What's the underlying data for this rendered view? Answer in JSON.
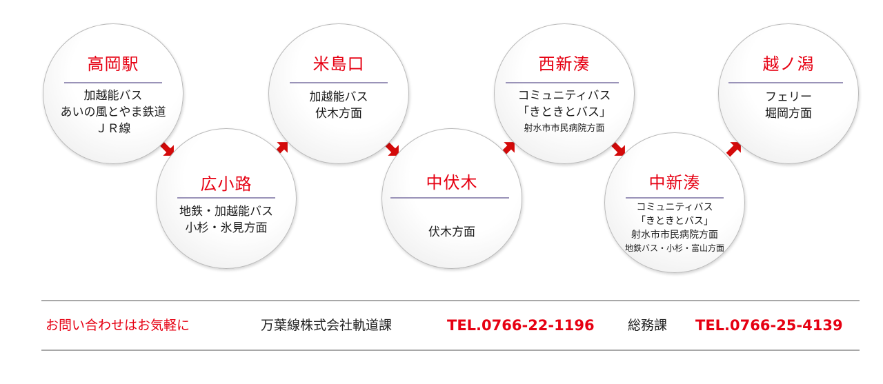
{
  "stations": [
    {
      "name": "高岡駅",
      "routes": [
        "加越能バス",
        "あいの風とやま鉄道",
        "ＪＲ線"
      ]
    },
    {
      "name": "広小路",
      "routes": [
        "地鉄・加越能バス",
        "小杉・氷見方面"
      ]
    },
    {
      "name": "米島口",
      "routes": [
        "加越能バス",
        "伏木方面"
      ]
    },
    {
      "name": "中伏木",
      "routes": [
        "伏木方面"
      ]
    },
    {
      "name": "西新湊",
      "routes": [
        "コミュニティバス",
        "「きときとバス」",
        "射水市市民病院方面"
      ]
    },
    {
      "name": "中新湊",
      "routes": [
        "コミュニティバス",
        "「きときとバス」",
        "射水市市民病院方面",
        "地鉄バス・小杉・富山方面"
      ]
    },
    {
      "name": "越ノ潟",
      "routes": [
        "フェリー",
        "堀岡方面"
      ]
    }
  ],
  "contact": {
    "lead": "お問い合わせはお気軽に",
    "company": "万葉線株式会社軌道課",
    "tel1": "TEL.0766-22-1196",
    "dept": "総務課",
    "tel2": "TEL.0766-25-4139"
  },
  "colors": {
    "accent": "#e60012",
    "rule": "#9a93b8",
    "arrow": "#d40a0a"
  }
}
